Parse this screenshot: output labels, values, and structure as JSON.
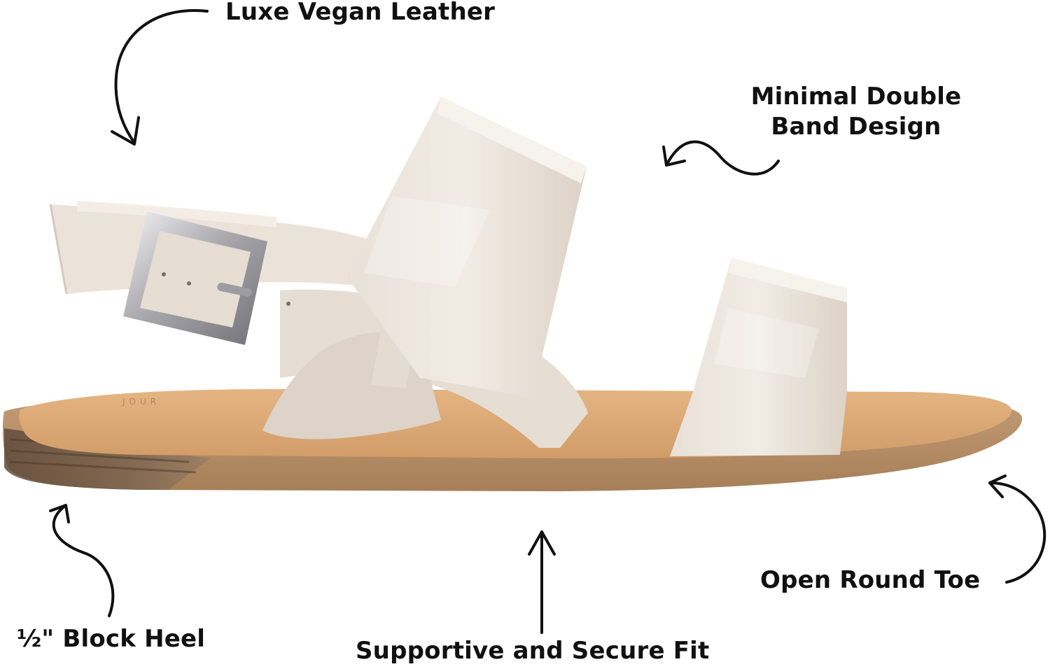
{
  "callouts": {
    "luxe": "Luxe Vegan Leather",
    "minimal_line1": "Minimal Double",
    "minimal_line2": "Band Design",
    "open_toe": "Open Round Toe",
    "heel": "½\" Block Heel",
    "fit": "Supportive and Secure Fit"
  },
  "colors": {
    "strap": "#e5dcd3",
    "strap_shadow": "#cfc3b6",
    "footbed": "#dcaa78",
    "sole": "#b8906a",
    "sole_dark": "#8a6a4c",
    "buckle": "#b8b8bc",
    "text": "#111111"
  }
}
